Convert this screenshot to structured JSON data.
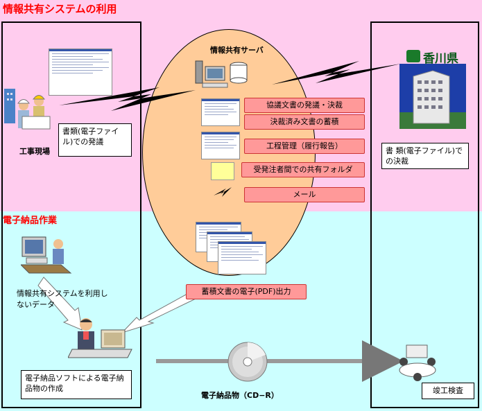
{
  "titles": {
    "system_use": "情報共有システムの利用",
    "delivery_work": "電子納品作業"
  },
  "server": {
    "label": "情報共有サーバ"
  },
  "site": {
    "label": "工事現場",
    "action": "書類(電子ファイル)での発議"
  },
  "prefecture": {
    "logo_text": "香川県",
    "action": "書 類(電子ファイル)での決裁"
  },
  "functions": [
    {
      "label": "協議文書の発議・決裁"
    },
    {
      "label": "決裁済み文書の蓄積"
    },
    {
      "label": "工程管理（履行報告）"
    },
    {
      "label": "受発注者間での共有フォルダ"
    },
    {
      "label": "メール"
    }
  ],
  "output": {
    "label": "蓄積文書の電子(PDF)出力"
  },
  "nonsystem_data": {
    "label": "情報共有システムを利用しないデータ"
  },
  "delivery": {
    "creation": "電子納品ソフトによる電子納品物の作成",
    "media": "電子納品物（CD−R）",
    "inspection": "竣工検査"
  },
  "colors": {
    "top_band": "#ffccee",
    "bottom_band": "#ccffff",
    "oval": "#ffcc99",
    "pill": "#ff9999",
    "title": "#ff0000"
  }
}
